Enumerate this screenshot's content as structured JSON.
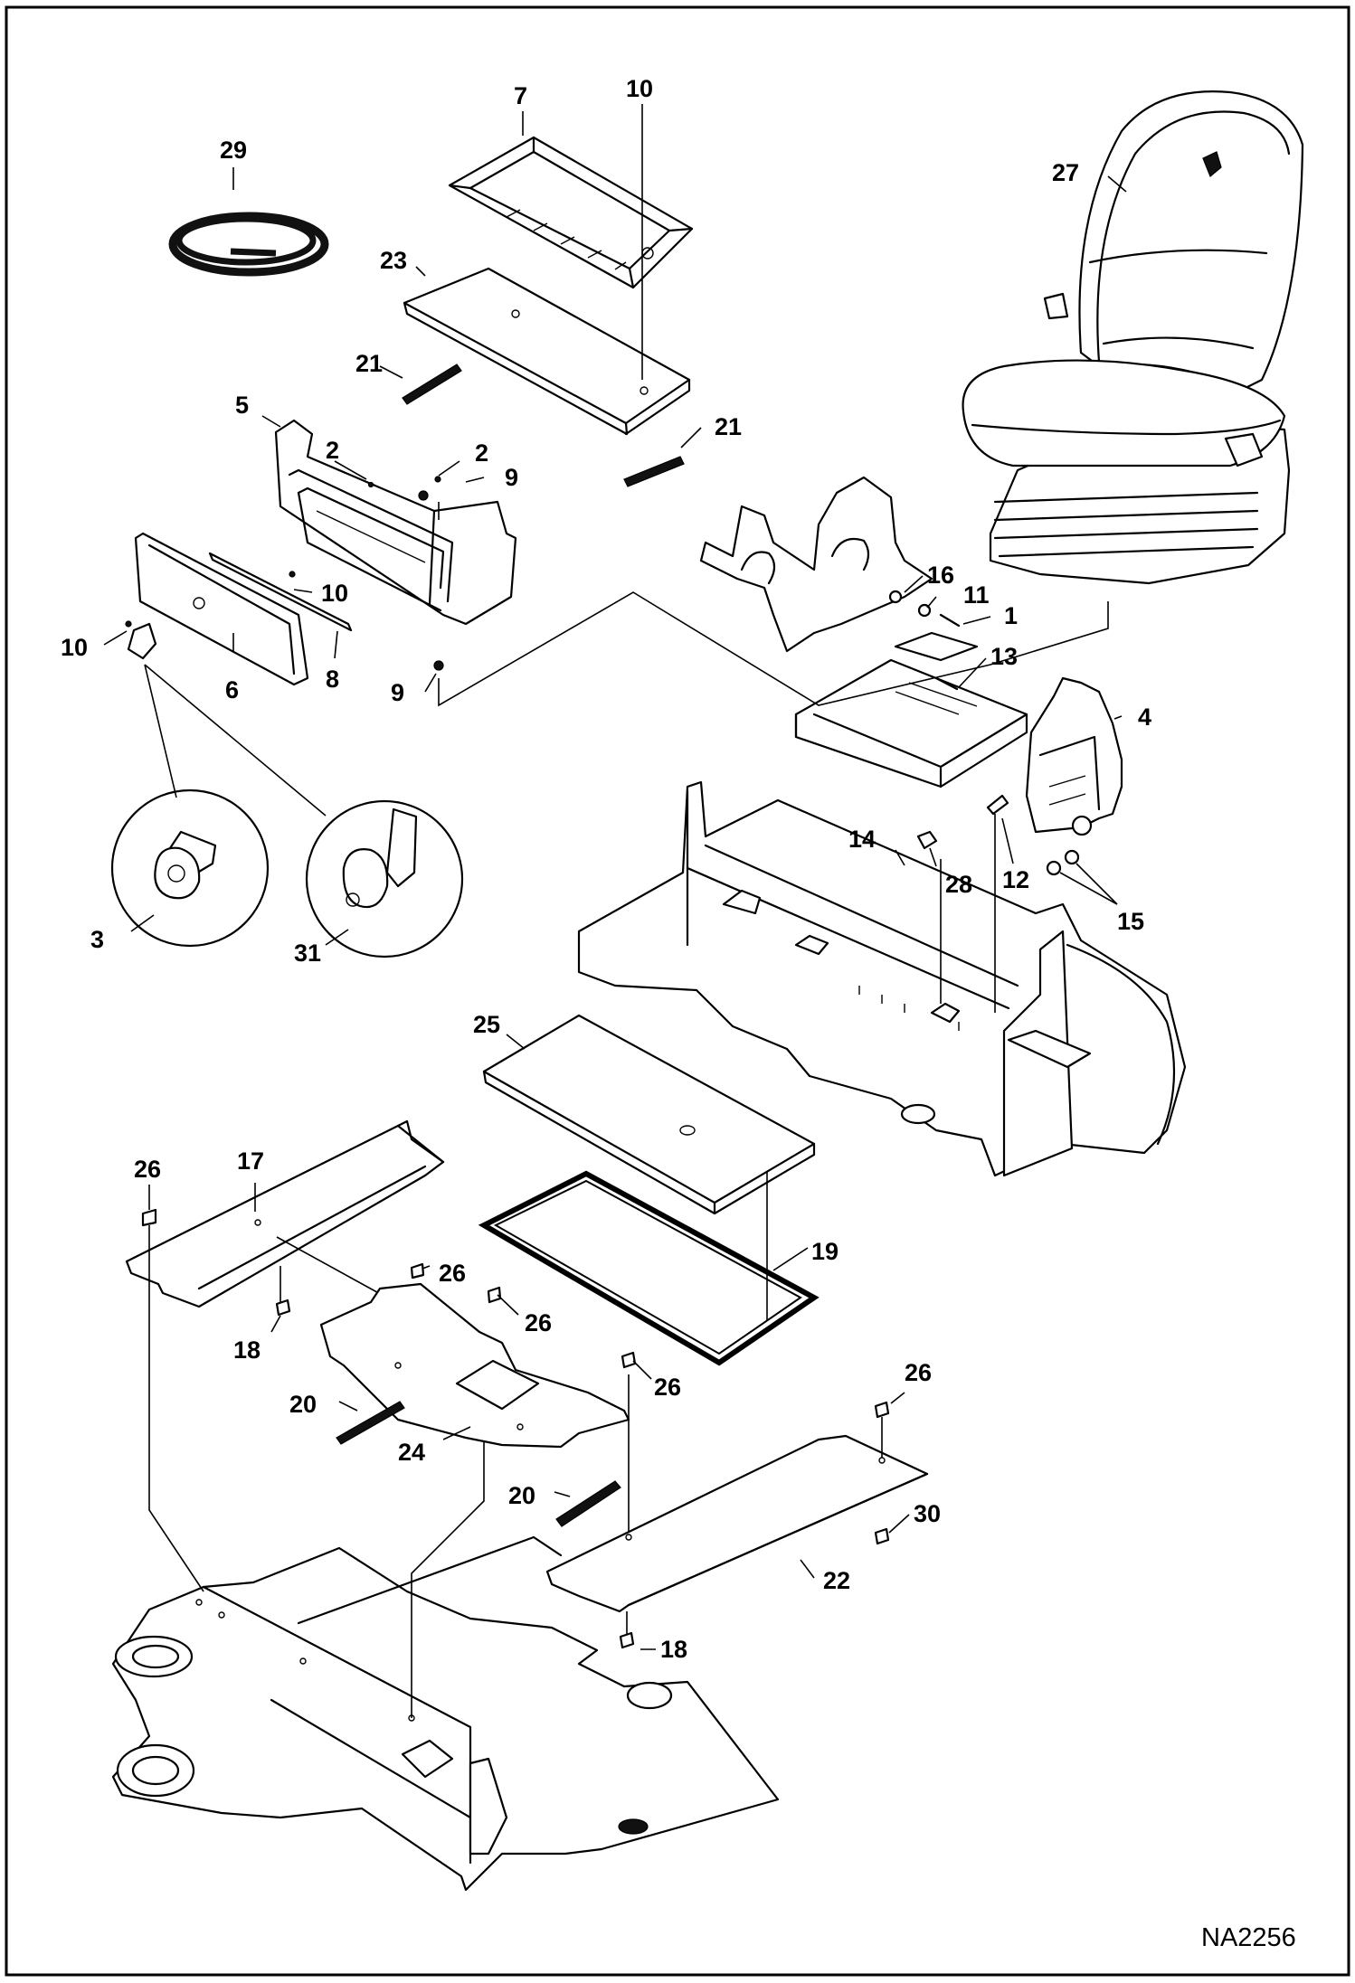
{
  "diagram": {
    "drawing_id": "NA2256",
    "callouts": [
      {
        "id": "c7",
        "label": "7"
      },
      {
        "id": "c10a",
        "label": "10"
      },
      {
        "id": "c29",
        "label": "29"
      },
      {
        "id": "c27",
        "label": "27"
      },
      {
        "id": "c23",
        "label": "23"
      },
      {
        "id": "c21a",
        "label": "21"
      },
      {
        "id": "c21b",
        "label": "21"
      },
      {
        "id": "c5",
        "label": "5"
      },
      {
        "id": "c2a",
        "label": "2"
      },
      {
        "id": "c2b",
        "label": "2"
      },
      {
        "id": "c9a",
        "label": "9"
      },
      {
        "id": "c10b",
        "label": "10"
      },
      {
        "id": "c10c",
        "label": "10"
      },
      {
        "id": "c16",
        "label": "16"
      },
      {
        "id": "c11",
        "label": "11"
      },
      {
        "id": "c1",
        "label": "1"
      },
      {
        "id": "c13",
        "label": "13"
      },
      {
        "id": "c6",
        "label": "6"
      },
      {
        "id": "c8",
        "label": "8"
      },
      {
        "id": "c9b",
        "label": "9"
      },
      {
        "id": "c4",
        "label": "4"
      },
      {
        "id": "c14",
        "label": "14"
      },
      {
        "id": "c28",
        "label": "28"
      },
      {
        "id": "c12",
        "label": "12"
      },
      {
        "id": "c15",
        "label": "15"
      },
      {
        "id": "c3",
        "label": "3"
      },
      {
        "id": "c31",
        "label": "31"
      },
      {
        "id": "c25",
        "label": "25"
      },
      {
        "id": "c26a",
        "label": "26"
      },
      {
        "id": "c17",
        "label": "17"
      },
      {
        "id": "c19",
        "label": "19"
      },
      {
        "id": "c26b",
        "label": "26"
      },
      {
        "id": "c26c",
        "label": "26"
      },
      {
        "id": "c18a",
        "label": "18"
      },
      {
        "id": "c26d",
        "label": "26"
      },
      {
        "id": "c26e",
        "label": "26"
      },
      {
        "id": "c20a",
        "label": "20"
      },
      {
        "id": "c24",
        "label": "24"
      },
      {
        "id": "c30",
        "label": "30"
      },
      {
        "id": "c20b",
        "label": "20"
      },
      {
        "id": "c22",
        "label": "22"
      },
      {
        "id": "c18b",
        "label": "18"
      }
    ]
  }
}
